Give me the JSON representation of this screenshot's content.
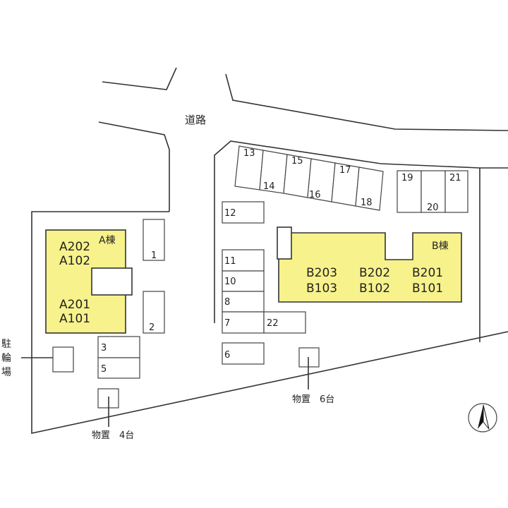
{
  "colors": {
    "building_fill": "#f7f28c",
    "line": "#333333",
    "background": "#ffffff"
  },
  "road_label": "道路",
  "building_a": {
    "label": "A棟",
    "units_upper": [
      "A202",
      "A102"
    ],
    "units_lower": [
      "A201",
      "A101"
    ]
  },
  "building_b": {
    "label": "B棟",
    "units_top": [
      "B203",
      "B202",
      "B201"
    ],
    "units_bottom": [
      "B103",
      "B102",
      "B101"
    ]
  },
  "parking": {
    "p1": "1",
    "p2": "2",
    "p3": "3",
    "p5": "5",
    "p6": "6",
    "p7": "7",
    "p8": "8",
    "p10": "10",
    "p11": "11",
    "p12": "12",
    "p13": "13",
    "p14": "14",
    "p15": "15",
    "p16": "16",
    "p17": "17",
    "p18": "18",
    "p19": "19",
    "p20": "20",
    "p21": "21",
    "p22": "22"
  },
  "bicycle_parking_label": [
    "駐",
    "輪",
    "場"
  ],
  "storage_a_label": "物置　4台",
  "storage_b_label": "物置　6台",
  "compass_icon": "north-arrow-icon"
}
